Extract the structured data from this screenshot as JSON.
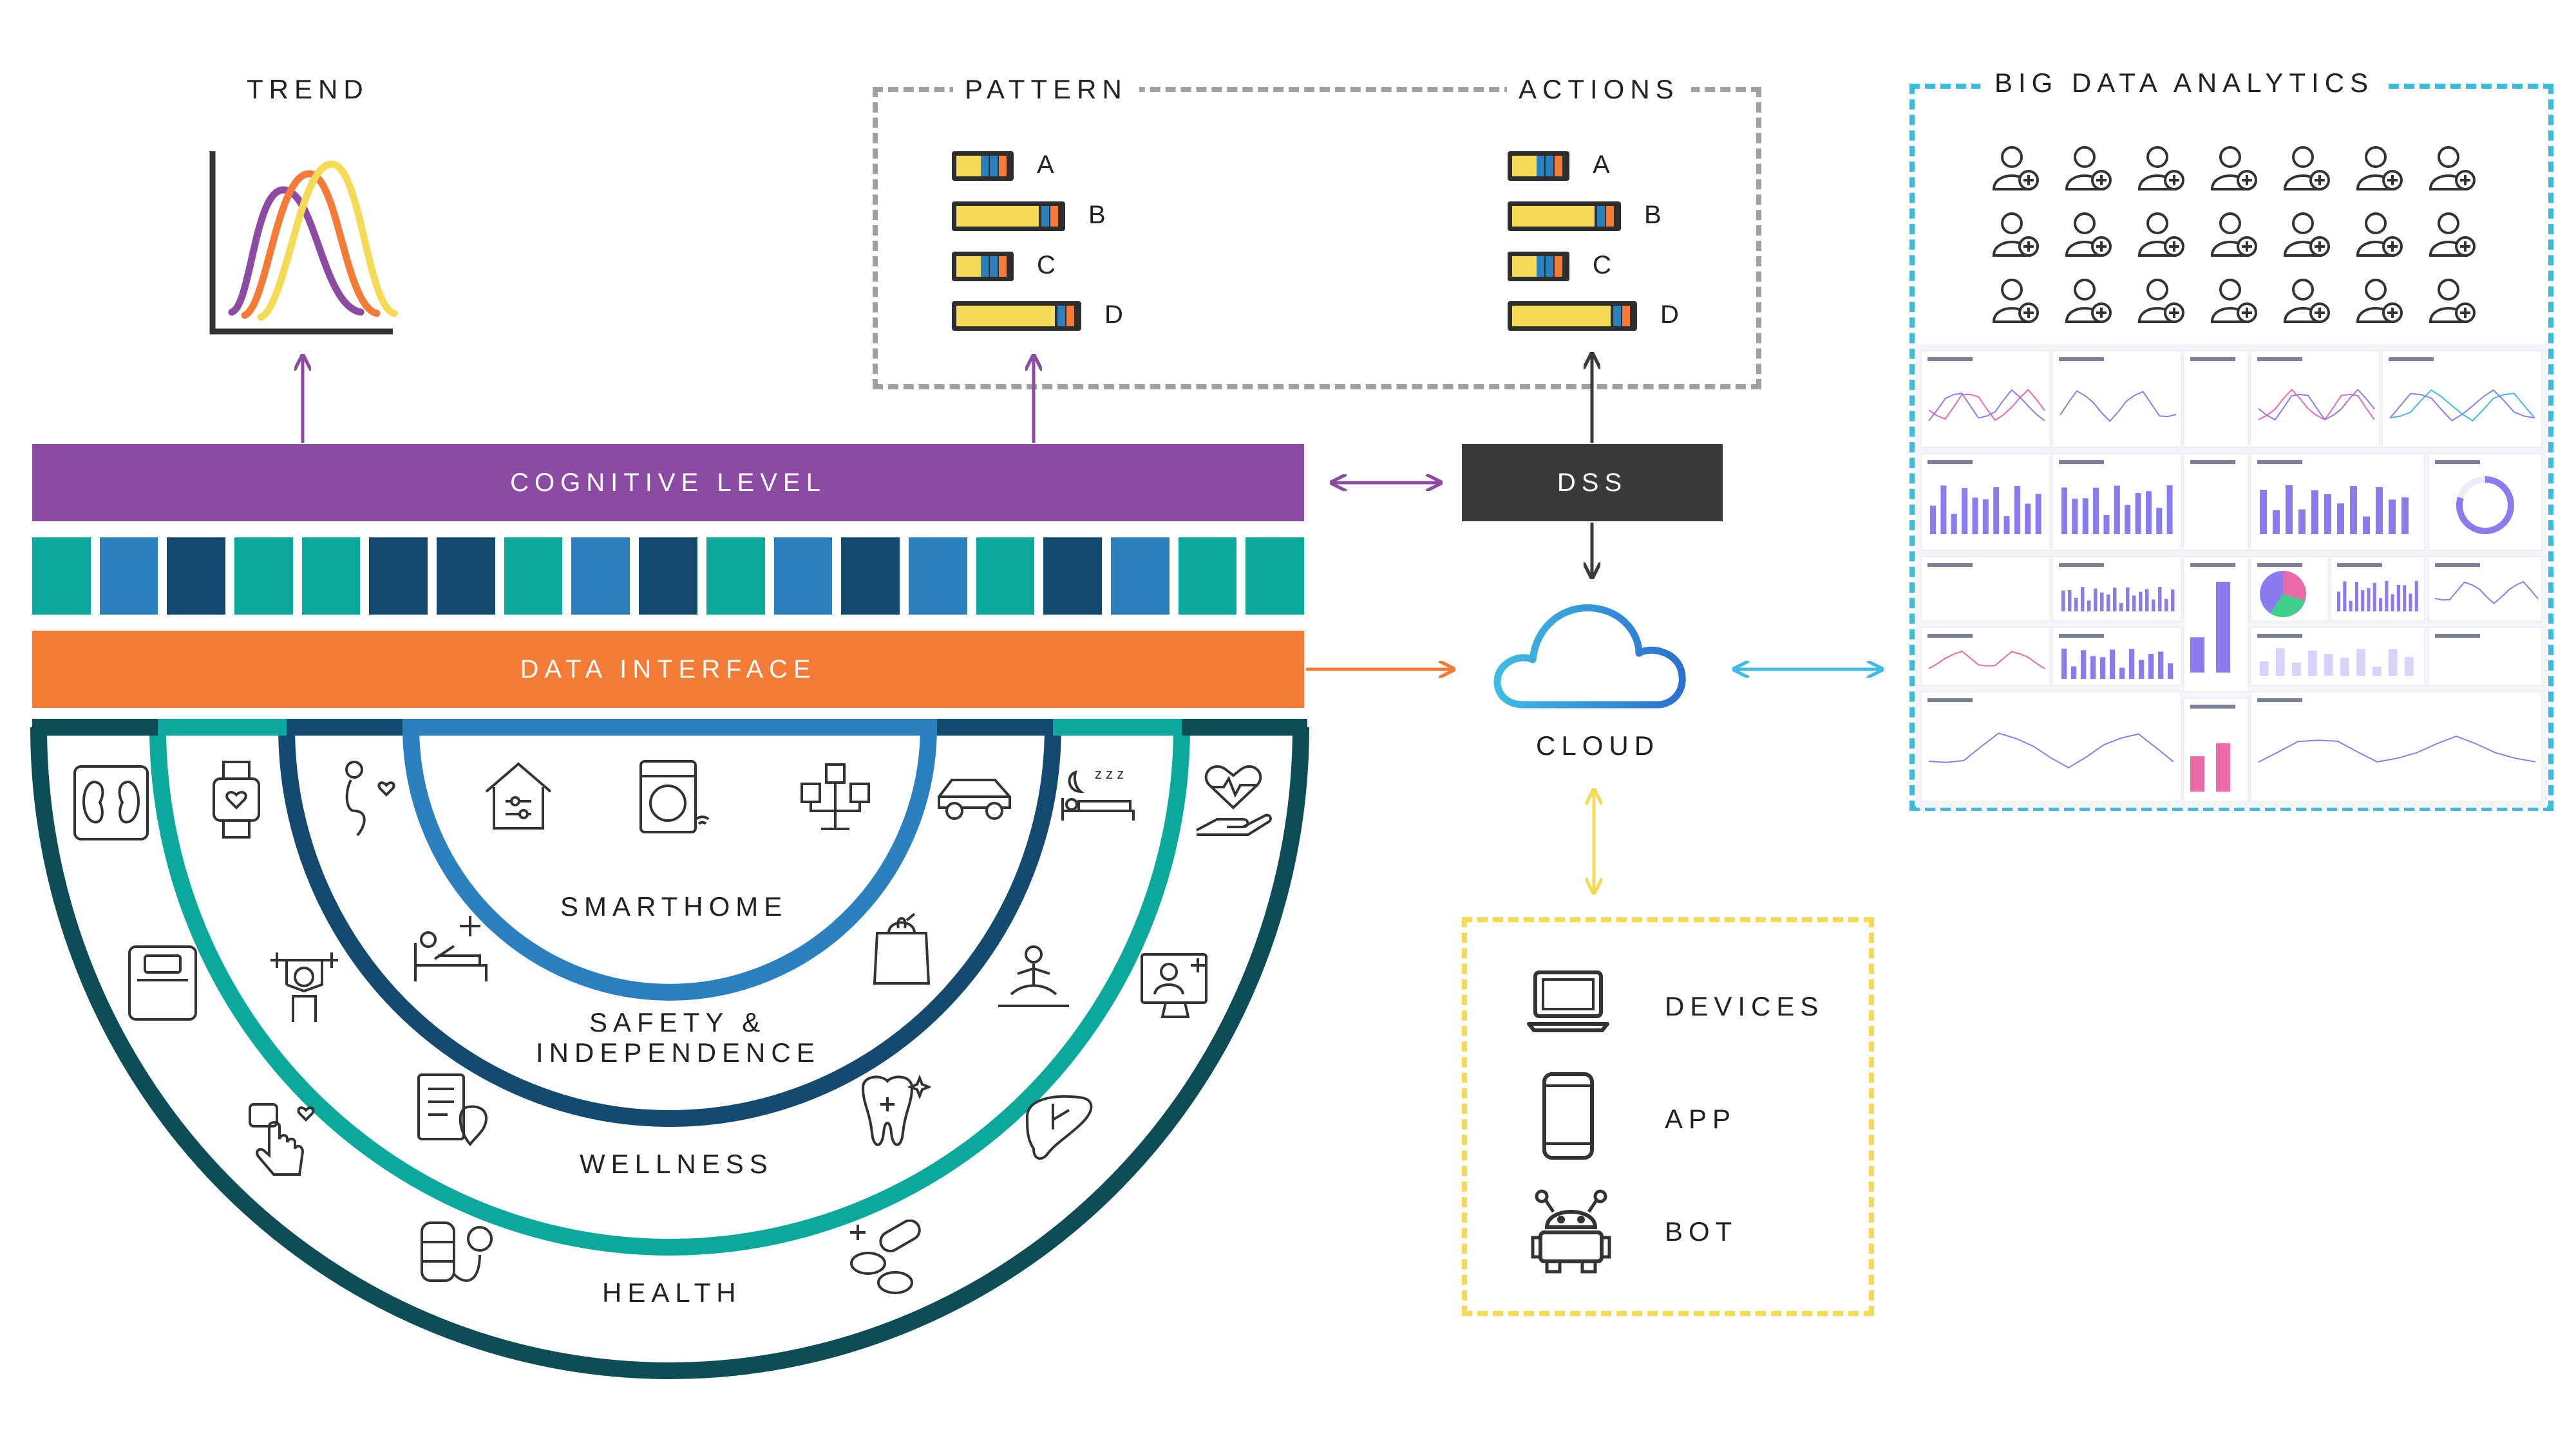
{
  "trend": {
    "title": "TREND"
  },
  "pattern": {
    "title": "PATTERN",
    "items": [
      "A",
      "B",
      "C",
      "D"
    ]
  },
  "actions": {
    "title": "ACTIONS",
    "items": [
      "A",
      "B",
      "C",
      "D"
    ]
  },
  "big_data": {
    "title": "BIG DATA ANALYTICS"
  },
  "cognitive": {
    "label": "COGNITIVE LEVEL"
  },
  "data_interface": {
    "label": "DATA INTERFACE"
  },
  "dss": {
    "label": "DSS"
  },
  "cloud": {
    "label": "CLOUD"
  },
  "devices": {
    "items": [
      "DEVICES",
      "APP",
      "BOT"
    ]
  },
  "rings": {
    "smarthome": "SMARTHOME",
    "safety_1": "SAFETY &",
    "safety_2": "INDEPENDENCE",
    "wellness": "WELLNESS",
    "health": "HEALTH"
  },
  "colors": {
    "purple": "#8B4BA3",
    "orange": "#F47B35",
    "dark": "#3A3A3A",
    "teal": "#0BA89E",
    "blue": "#2B80C0",
    "navy": "#154A70",
    "deep_teal": "#0D4D57",
    "cyan": "#3EBCE0",
    "yellow": "#F5DA55",
    "gray_dash": "#A0A0A0"
  },
  "strip_pattern": [
    "teal",
    "blue",
    "navy",
    "teal",
    "teal",
    "navy",
    "navy",
    "teal",
    "blue",
    "navy",
    "teal",
    "blue",
    "navy",
    "blue",
    "teal",
    "navy",
    "blue",
    "teal",
    "teal"
  ]
}
